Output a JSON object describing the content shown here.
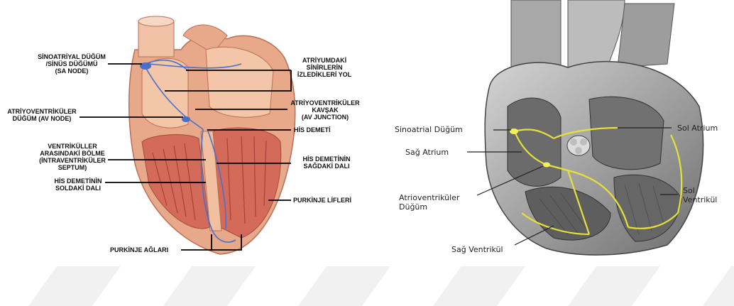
{
  "left_diagram": {
    "labels": {
      "sa_node": "SİNOATRİYAL DÜĞÜM\n/SİNÜS DÜĞÜMÜ\n(SA NODE)",
      "atrial_paths": "ATRİYUMDAKİ\nSİNİRLERİN\nİZLEDİKLERİ YOL",
      "av_node": "ATRİYOVENTRİKÜLER\nDÜĞÜM (AV NODE)",
      "av_junction": "ATRİYOVENTRİKÜLER\nKAVŞAK\n(AV JUNCTION)",
      "his_bundle": "HİS DEMETİ",
      "septum": "VENTRİKÜLLER\nARASINDAKİ BÖLME\n(İNTRAVENTRİKÜLER\nSEPTUM)",
      "right_branch": "HİS DEMETİNİN\nSAĞDAKİ DALI",
      "left_branch": "HİS DEMETİNİN\nSOLDAKİ DALI",
      "purkinje_fibers": "PURKİNJE LİFLERİ",
      "purkinje_network": "PURKİNJE AĞLARI"
    }
  },
  "right_diagram": {
    "labels": {
      "sinoatrial": "Sinoatrial Düğüm",
      "right_atrium": "Sağ Atrium",
      "av_node": "Atrioventriküler\nDüğüm",
      "right_ventricle": "Sağ Ventrikül",
      "left_atrium": "Sol Atrium",
      "left_ventricle": "Sol\nVentrikül"
    }
  },
  "colors": {
    "myocardium": "#e8a98a",
    "muscle_stripe": "#c9534a",
    "conduction_blue": "#4a6fc9",
    "conduction_yellow": "#e6e03a",
    "grey_heart": "#8e8e8e",
    "watermark": "#f0f0f0"
  }
}
